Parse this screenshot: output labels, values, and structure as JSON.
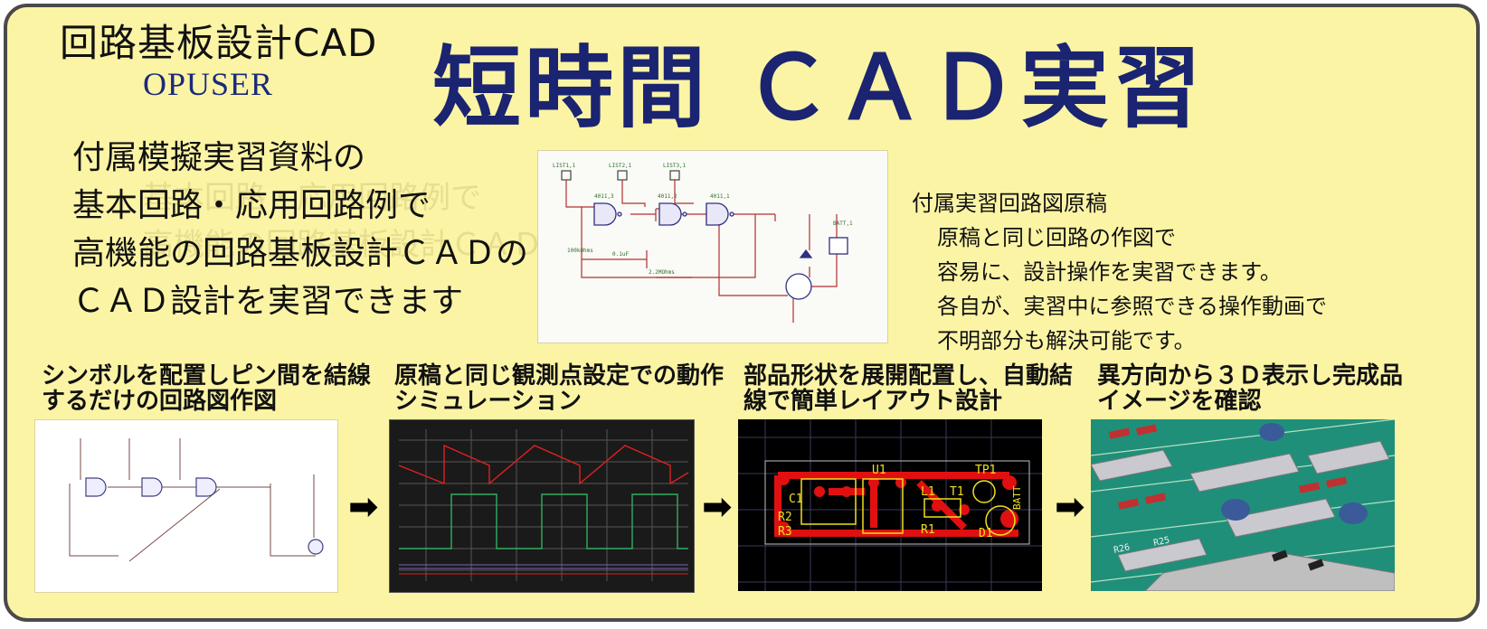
{
  "header": {
    "brand_title": "回路基板設計CAD",
    "brand_sub": "OPUSER",
    "main_title": "短時間 ＣＡＤ実習"
  },
  "lead": {
    "lines": [
      "付属模擬実習資料の",
      "基本回路・応用回路例で",
      "高機能の回路基板設計ＣＡＤの",
      "ＣＡＤ設計を実習できます"
    ],
    "ghost_lines": [
      "基本回路・応用回路例で",
      "高機能の回路基板設計ＣＡＤの"
    ]
  },
  "schematic_main": {
    "labels": [
      "LIST1,1",
      "LIST2,1",
      "LIST3,1",
      "4011,1",
      "4011,2",
      "4011,3",
      "BATT,1",
      "2.2MOhms",
      "100kOhms",
      "0.1uF"
    ]
  },
  "notes": {
    "title": "付属実習回路図原稿",
    "lines": [
      "原稿と同じ回路の作図で",
      "容易に、設計操作を実習できます。",
      "各自が、実習中に参照できる操作動画で",
      "不明部分も解決可能です。"
    ]
  },
  "steps": [
    {
      "line1": "シンボルを配置しピン間を結線",
      "line2": "するだけの回路図作図"
    },
    {
      "line1": "原稿と同じ観測点設定での動作",
      "line2": "シミュレーション"
    },
    {
      "line1": "部品形状を展開配置し、自動結",
      "line2": "線で簡単レイアウト設計"
    },
    {
      "line1": "異方向から３Ｄ表示し完成品",
      "line2": "イメージを確認"
    }
  ],
  "arrows": [
    "➡",
    "➡",
    "➡"
  ],
  "pcb": {
    "labels": [
      "U1",
      "L1",
      "T1",
      "TP1",
      "R1",
      "R2",
      "R3",
      "D1",
      "C1",
      "BATT"
    ]
  },
  "threed": {
    "labels": [
      "R26",
      "R25"
    ]
  },
  "colors": {
    "background": "#fbf4a5",
    "border": "#4a4a4a",
    "title_blue": "#1a2470",
    "pcb_red": "#e01010",
    "pcb_yellow": "#f0e020",
    "board_green": "#1f8f7a"
  }
}
